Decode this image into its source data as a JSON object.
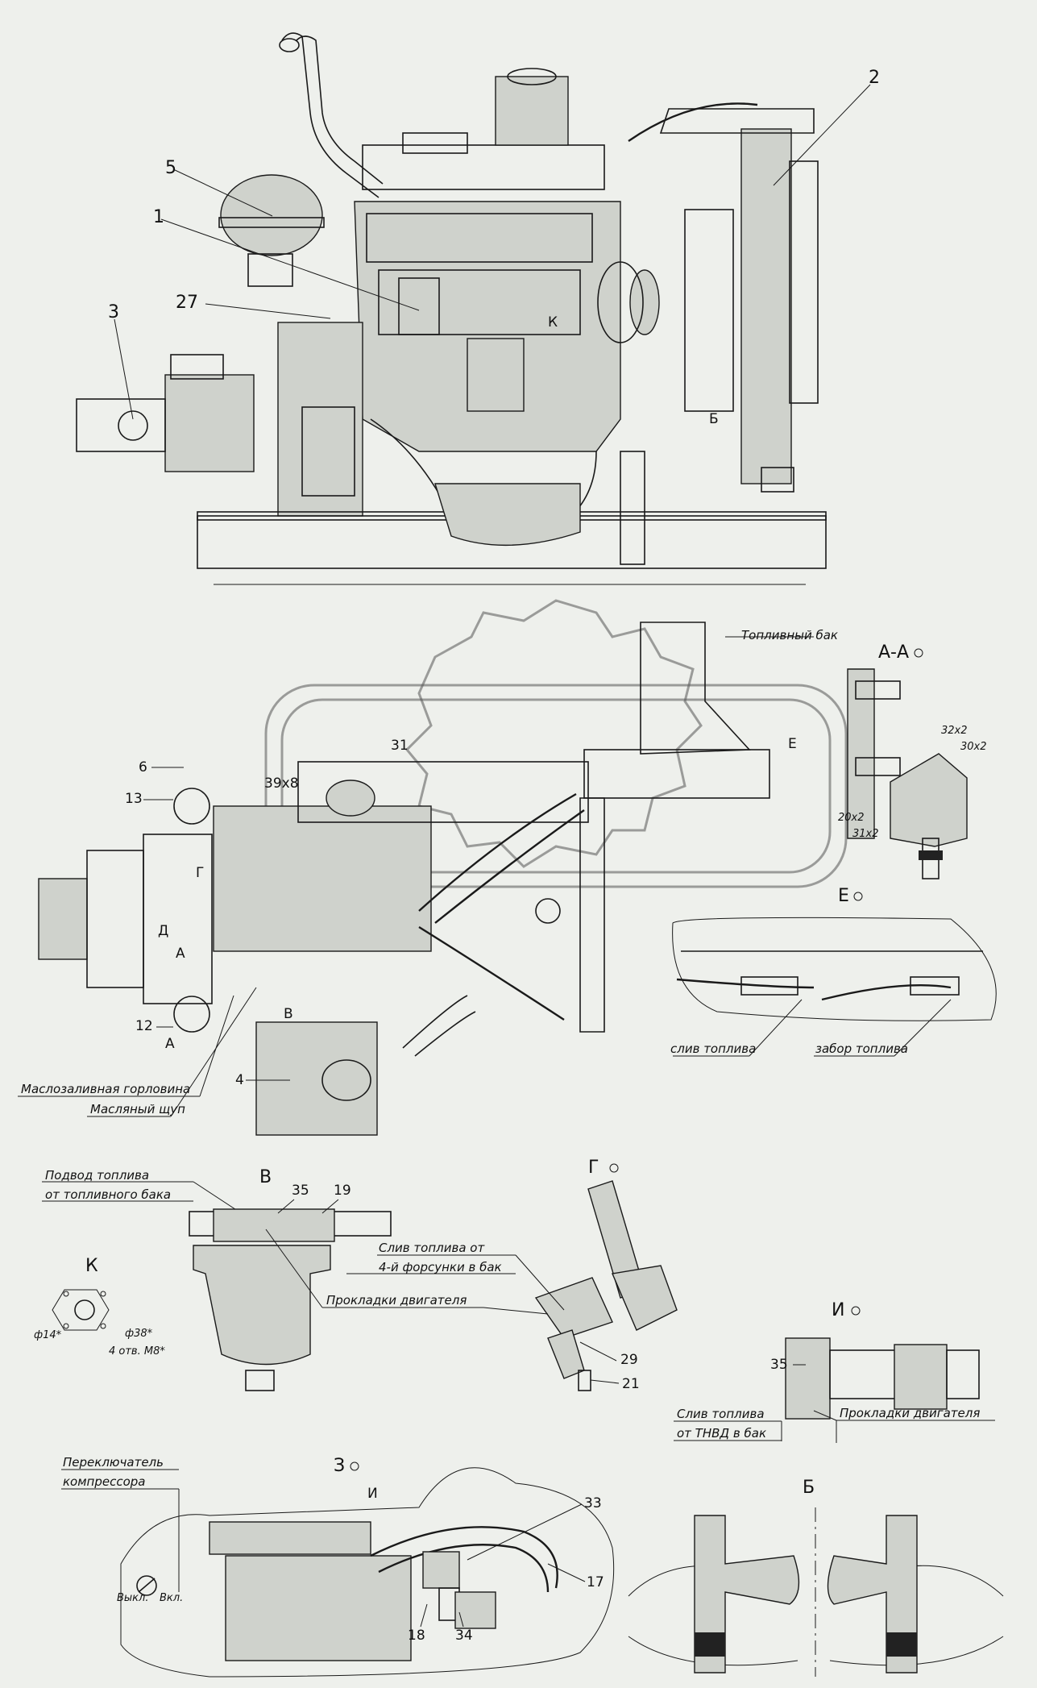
{
  "labels": {
    "n1": "1",
    "n2": "2",
    "n3": "3",
    "n4": "4",
    "n5": "5",
    "n6": "6",
    "n12": "12",
    "n13": "13",
    "n17": "17",
    "n18": "18",
    "n19": "19",
    "n21": "21",
    "n27": "27",
    "n29": "29",
    "n31": "31",
    "n33": "33",
    "n34": "34",
    "n35a": "35",
    "n35b": "35",
    "dim_39x8": "39x8",
    "dim_32x2": "32x2",
    "dim_30x2": "30x2",
    "dim_20x2": "20x2",
    "dim_31x2": "31x2",
    "phi14": "ф14*",
    "phi38": "ф38*",
    "holes": "4 отв. М8*"
  },
  "texts": {
    "fuel_tank": "Топливный бак",
    "oil_filler": "Маслозаливная горловина",
    "dipstick": "Масляный щуп",
    "fuel_drain": "слив топлива",
    "fuel_intake": "забор топлива",
    "fuel_supply_1": "Подвод топлива",
    "fuel_supply_2": "от топливного бака",
    "drain_injector_1": "Слив топлива от",
    "drain_injector_2": "4-й форсунки в бак",
    "gaskets_1": "Прокладки двигателя",
    "gaskets_2": "Прокладки двигателя",
    "drain_hpfp_1": "Слив топлива",
    "drain_hpfp_2": "от ТНВД в бак",
    "switch_1": "Переключатель",
    "switch_2": "компрессора",
    "off": "Выкл.",
    "on": "Вкл."
  },
  "views": {
    "AA": "А-А",
    "E": "Е",
    "V": "В",
    "G": "Г",
    "K": "К",
    "I": "И",
    "Z": "З",
    "B": "Б",
    "A": "А",
    "D": "Д",
    "arrow_E": "Е",
    "arrow_V": "В",
    "arrow_I": "И",
    "arrow_B": "Б",
    "arrow_K": "К",
    "arrow_G": "Г"
  }
}
